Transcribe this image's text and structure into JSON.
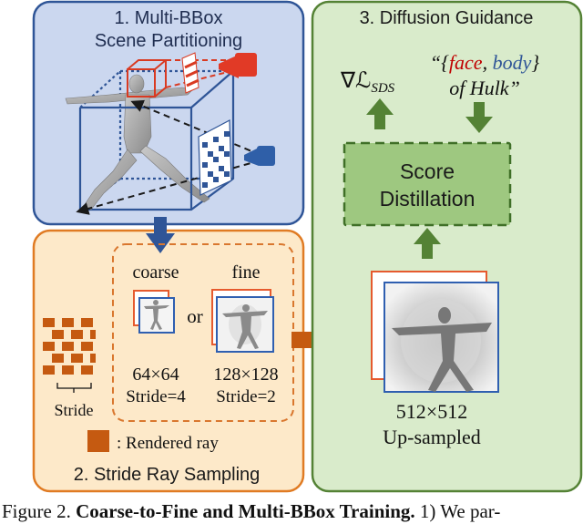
{
  "panels": {
    "partition": {
      "title_line1": "1. Multi-BBox",
      "title_line2": "Scene Partitioning",
      "bg": "#cbd7ef",
      "border": "#2f5597"
    },
    "sampling": {
      "title": "2. Stride Ray Sampling",
      "bg": "#fde9c9",
      "border": "#e07b23",
      "coarse_label": "coarse",
      "fine_label": "fine",
      "or_label": "or",
      "coarse_res": "64×64",
      "coarse_stride": "Stride=4",
      "fine_res": "128×128",
      "fine_stride": "Stride=2",
      "stride_label": "Stride",
      "legend_label": ": Rendered ray",
      "ray_color": "#c55a11"
    },
    "guidance": {
      "title": "3. Diffusion Guidance",
      "bg": "#d9ebcb",
      "border": "#548235",
      "loss_label": "∇ℒ",
      "loss_sub": "SDS",
      "prompt_open": "“{",
      "prompt_face": "face",
      "prompt_comma": ", ",
      "prompt_body": "body",
      "prompt_close": "}",
      "prompt_line2": "of Hulk”",
      "face_color": "#c00000",
      "body_color": "#2f5597",
      "score_line1": "Score",
      "score_line2": "Distillation",
      "upsampled_res": "512×512",
      "upsampled_label": "Up-sampled"
    }
  },
  "caption": {
    "prefix": "Figure 2. ",
    "bold": "Coarse-to-Fine and Multi-BBox Training.",
    "rest": " 1) We par-"
  }
}
